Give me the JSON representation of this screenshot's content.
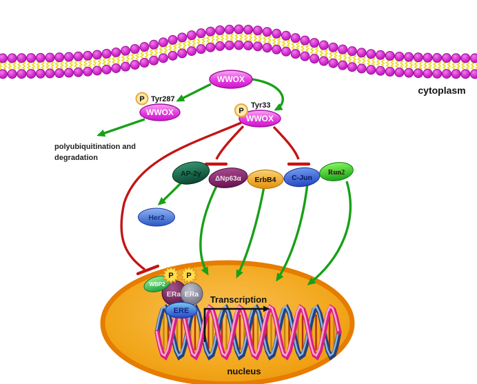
{
  "compartments": {
    "cytoplasm": "cytoplasm",
    "nucleus": "nucleus"
  },
  "nodes": {
    "wwox_top": {
      "label": "WWOX"
    },
    "wwox_tyr287": {
      "label": "WWOX",
      "site": "Tyr287",
      "phospho": "P"
    },
    "wwox_tyr33": {
      "label": "WWOX",
      "site": "Tyr33",
      "phospho": "P"
    },
    "ap2g": {
      "label": "AP-2γ"
    },
    "np63a": {
      "label": "ΔNp63α"
    },
    "erbb4": {
      "label": "ErbB4"
    },
    "cjun": {
      "label": "C-Jun"
    },
    "run2": {
      "label": "Run2"
    },
    "her2": {
      "label": "Her2"
    },
    "wbp2": {
      "label": "WBP2"
    },
    "era1": {
      "label": "ERa"
    },
    "era2": {
      "label": "ERa"
    },
    "ere": {
      "label": "ERE"
    },
    "p_star1": {
      "label": "P"
    },
    "p_star2": {
      "label": "P"
    }
  },
  "annotations": {
    "degradation_line1": "polyubiquitination and",
    "degradation_line2": "degradation",
    "transcription": "Transcription"
  },
  "colors": {
    "activation_arrow": "#18A018",
    "inhibition_line": "#C41414",
    "membrane_head": "#CF29C9",
    "membrane_head_border": "#9A0F9A",
    "membrane_tail": "#EDD92F",
    "nucleus_fill": "#F2A71B",
    "nucleus_rim": "#E67C00",
    "dna_strand_pink": "#D81E86",
    "dna_strand_pink_light": "#F7A9CF",
    "dna_strand_blue": "#23417E",
    "dna_strand_blue_light": "#8FB2DC",
    "dna_rung_red": "#B23008",
    "dna_rung_gold": "#C28010",
    "phospho_fill": "#FFE9A8",
    "phospho_star": "#FFDE4F"
  }
}
